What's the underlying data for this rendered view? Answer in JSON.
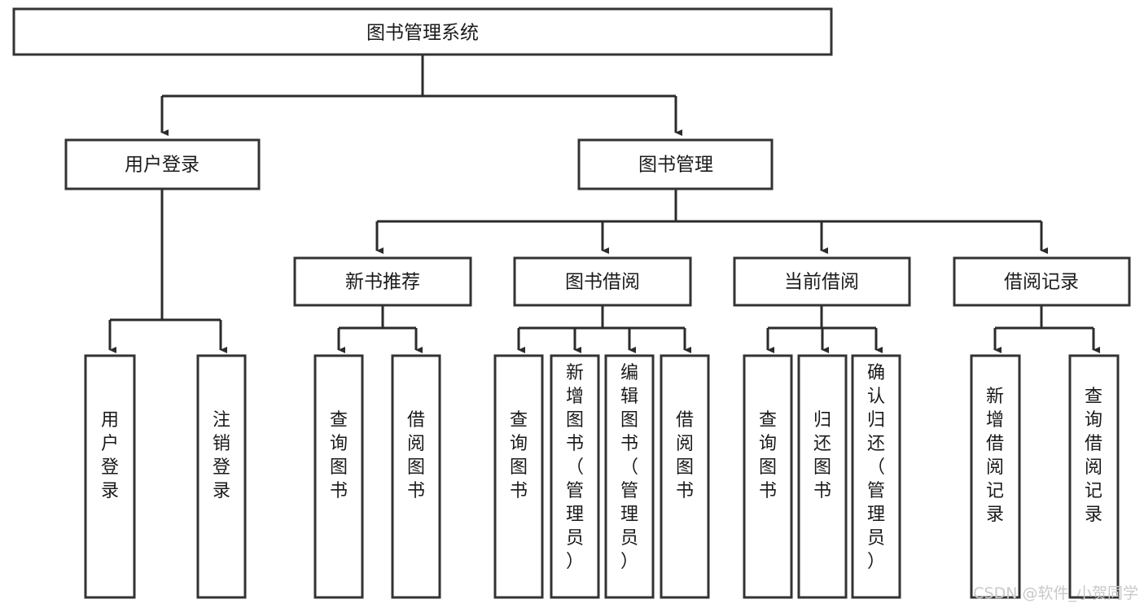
{
  "diagram": {
    "title": "图书管理系统",
    "type": "tree-hierarchy-diagram",
    "colors": {
      "box_stroke": "#333333",
      "box_fill": "#ffffff",
      "connector": "#2b2b2b",
      "text": "#1a1a1a",
      "background": "#ffffff",
      "watermark": "#c9c9c9"
    },
    "root": {
      "label": "图书管理系统"
    },
    "level2": [
      {
        "label": "用户登录"
      },
      {
        "label": "图书管理"
      }
    ],
    "level3": [
      {
        "label": "新书推荐"
      },
      {
        "label": "图书借阅"
      },
      {
        "label": "当前借阅"
      },
      {
        "label": "借阅记录"
      }
    ],
    "leaves": {
      "user_login": [
        {
          "label": "用户登录"
        },
        {
          "label": "注销登录"
        }
      ],
      "new_book_recommend": [
        {
          "label": "查询图书"
        },
        {
          "label": "借阅图书"
        }
      ],
      "book_borrow": [
        {
          "label": "查询图书"
        },
        {
          "label": "新增图书（管理员）"
        },
        {
          "label": "编辑图书（管理员）"
        },
        {
          "label": "借阅图书"
        }
      ],
      "current_borrow": [
        {
          "label": "查询图书"
        },
        {
          "label": "归还图书"
        },
        {
          "label": "确认归还（管理员）"
        }
      ],
      "borrow_record": [
        {
          "label": "新增借阅记录"
        },
        {
          "label": "查询借阅记录"
        }
      ]
    }
  },
  "watermark": {
    "text": "CSDN @软件_小贺同学"
  }
}
